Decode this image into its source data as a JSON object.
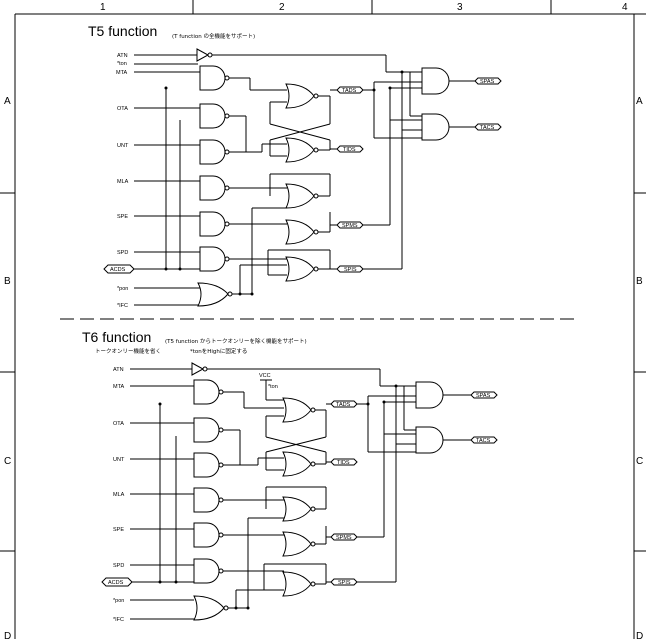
{
  "border": {
    "columns": [
      "1",
      "2",
      "3",
      "4"
    ],
    "rows": [
      "A",
      "B",
      "C",
      "D"
    ]
  },
  "t5": {
    "title": "T5 function",
    "subtitle": "(T function の全機能をサポート)",
    "inputs": [
      "ATN",
      "*ton",
      "MTA",
      "OTA",
      "UNT",
      "MLA",
      "SPE",
      "SPD",
      "ACDS",
      "*pon",
      "*IFC"
    ],
    "internal_states": [
      "TADS",
      "TIDS",
      "SPMS",
      "SPIS"
    ],
    "outputs": [
      "SPAS",
      "TACS"
    ]
  },
  "t6": {
    "title": "T6 function",
    "subtitle": "(T5 function からトークオンリーを除く機能をサポート)",
    "note_left": "トークオンリー機能を省く",
    "note_right": "*tonをHighに固定する",
    "vcc": "VCC",
    "ton": "*ton",
    "inputs": [
      "ATN",
      "MTA",
      "OTA",
      "UNT",
      "MLA",
      "SPE",
      "SPD",
      "ACDS",
      "*pon",
      "*IFC"
    ],
    "internal_states": [
      "TADS",
      "TIDS",
      "SPMS",
      "SPIS"
    ],
    "outputs": [
      "SPAS",
      "TACS"
    ]
  }
}
